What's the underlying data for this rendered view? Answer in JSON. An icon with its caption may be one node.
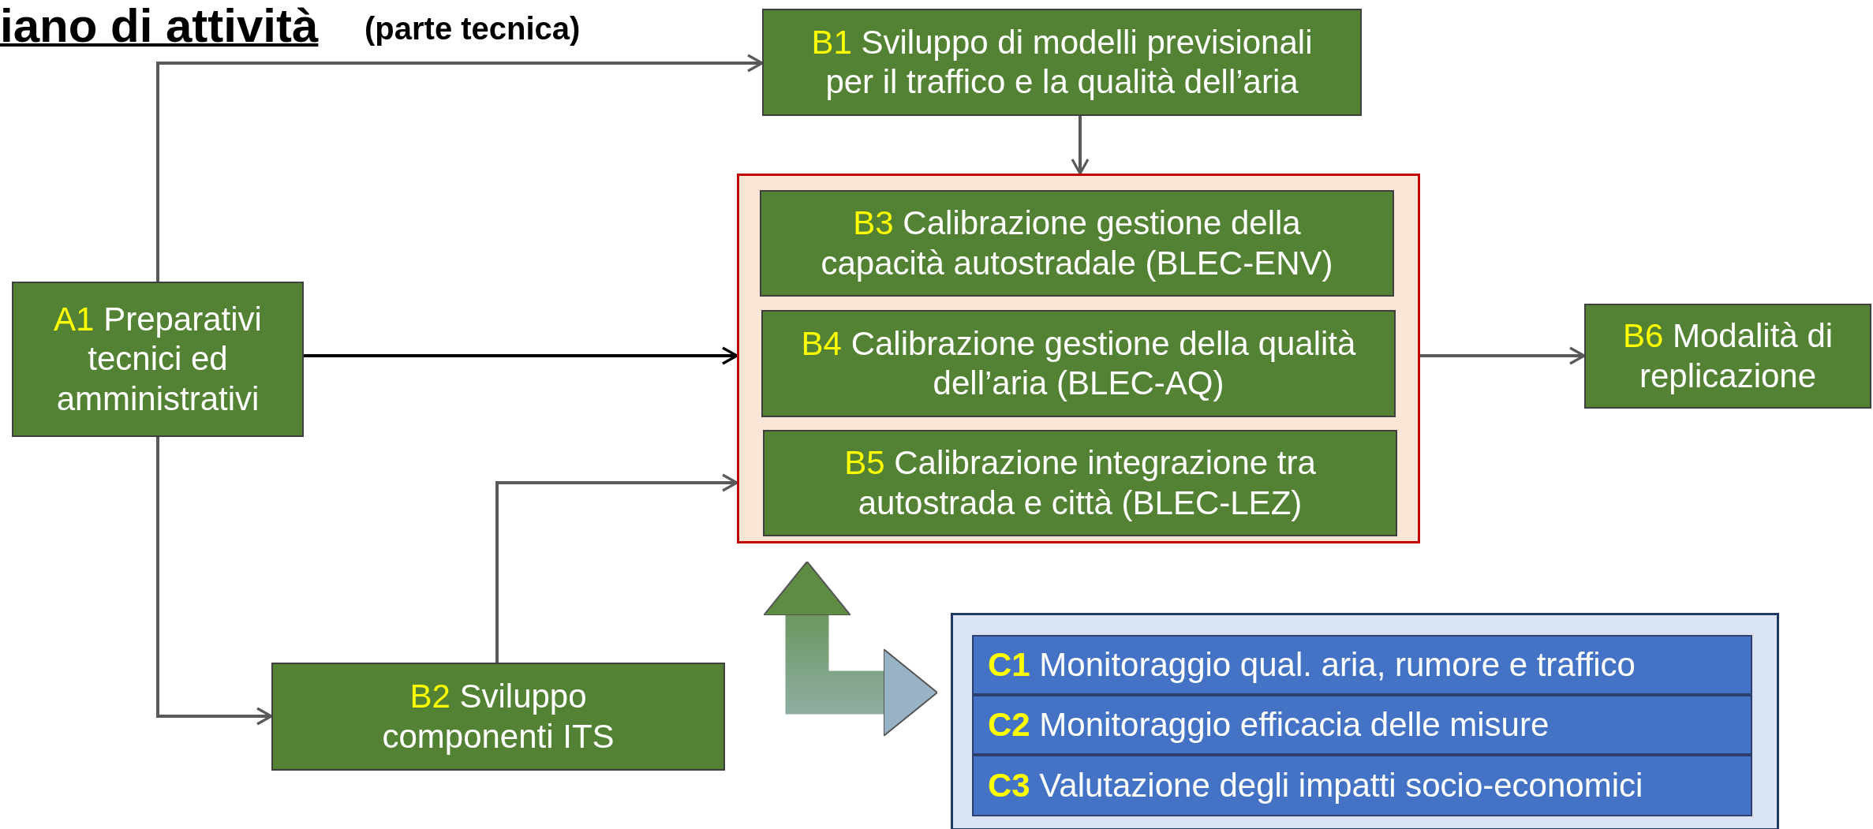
{
  "diagram": {
    "title": "iano di attività",
    "nodes": [
      {
        "text": [
          "A1",
          "Preparativi tecnici ed amministrativi"
        ]
      },
      {
        "text": [
          "B1",
          "Sviluppo di modelli previsionali per il traffico e la qualità dell’aria"
        ]
      },
      {
        "text": [],
        "shape": "box"
      },
      {
        "text": [
          "B3",
          "Calibrazione gestione della capacità autostradale (BLEC-ENV)"
        ],
        "in": 2
      },
      {
        "text": [
          "B4",
          "Calibrazione gestione della qualità dell’aria (BLEC-AQ)"
        ],
        "in": 2
      },
      {
        "text": [
          "B5",
          "Calibrazione integrazione tra autostrada e città (BLEC-LEZ)"
        ],
        "in": 2
      },
      {
        "text": [
          "B6",
          "Modalità di replicazione"
        ]
      },
      {
        "text": [
          "B2",
          "Sviluppo componenti ITS"
        ]
      },
      {
        "text": [],
        "shape": "box"
      },
      {
        "text": [
          "C1",
          "Monitoraggio qual. aria, rumore e traffico"
        ],
        "in": 8
      },
      {
        "text": [
          "C2",
          "Monitoraggio efficacia delle misure"
        ],
        "in": 8
      },
      {
        "text": [
          "C3",
          "Valutazione degli impatti socio-economici"
        ],
        "in": 8
      }
    ],
    "edges": [
      {
        "from": 0,
        "to": 1,
        "arrow": "to"
      },
      {
        "from": 0,
        "to": 2,
        "arrow": "to",
        "color": "#000000"
      },
      {
        "from": 0,
        "to": 7,
        "arrow": "to"
      },
      {
        "from": 7,
        "to": 2,
        "arrow": "to"
      },
      {
        "from": 1,
        "to": 2,
        "arrow": "to"
      },
      {
        "from": 2,
        "to": 6,
        "arrow": "to"
      },
      {
        "from": 2,
        "to": 8,
        "arrow": "both",
        "style": "thick"
      }
    ],
    "labels": [
      "(parte tecnica)"
    ]
  }
}
